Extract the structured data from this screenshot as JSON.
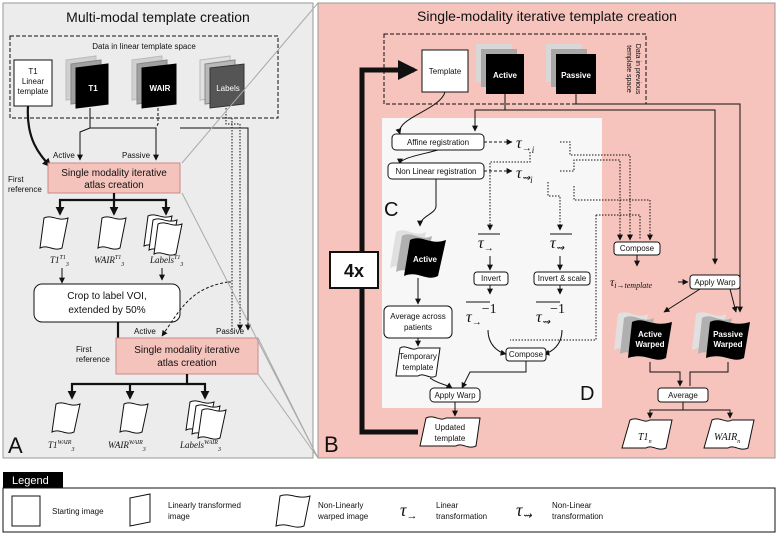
{
  "panel_a": {
    "title": "Multi-modal template creation",
    "letter": "A",
    "data_box_title": "Data in linear template space",
    "t1_linear_template": [
      "T1",
      "Linear",
      "template"
    ],
    "stack_labels": {
      "t1": "T1",
      "wair": "WAIR",
      "labels": "Labels"
    },
    "active": "Active",
    "passive": "Passive",
    "first_reference": [
      "First",
      "reference"
    ],
    "atlas_creation": [
      "Single modality iterative",
      "atlas creation"
    ],
    "outputs_round1": {
      "t1": "T1",
      "t1_sup": "T1",
      "wair": "WAIR",
      "wair_sup": "T1",
      "labels": "Labels",
      "labels_sup": "T1",
      "sub": "3"
    },
    "crop_box": [
      "Crop to label VOI,",
      "extended by 50%"
    ],
    "outputs_round2": {
      "t1": "T1",
      "t1_sup": "WAIR",
      "wair": "WAIR",
      "wair_sup": "WAIR",
      "labels": "Labels",
      "labels_sup": "WAIR",
      "sub": "3"
    }
  },
  "panel_b": {
    "title": "Single-modality iterative template creation",
    "letter": "B",
    "template_label": "Template",
    "active_label": "Active",
    "passive_label": "Passive",
    "prev_space": [
      "Data in previous",
      "template space"
    ],
    "affine": "Affine registration",
    "nonlinear": "Non Linear registration",
    "tau_linear_i": "i",
    "tau_nonlinear_i": "i",
    "iterations": "4x",
    "compose_top": "Compose",
    "tau_template": "i→template",
    "apply_warp_right": "Apply Warp",
    "active_warped": [
      "Active",
      "Warped"
    ],
    "passive_warped": [
      "Passive",
      "Warped"
    ],
    "average": "Average",
    "out_t1": "T1",
    "out_wair": "WAIR",
    "out_sub": "n"
  },
  "panel_c": {
    "letter": "C"
  },
  "panel_d": {
    "letter": "D",
    "active_stack": "Active",
    "avg_patients": [
      "Average across",
      "patients"
    ],
    "temporary_template": [
      "Temporary",
      "template"
    ],
    "apply_warp": "Apply Warp",
    "updated_template": [
      "Updated",
      "template"
    ],
    "invert": "Invert",
    "invert_scale": "Invert & scale",
    "compose": "Compose",
    "exp": "−1"
  },
  "legend": {
    "title": "Legend",
    "starting_image": "Starting image",
    "linear_image": [
      "Linearly transformed",
      "image"
    ],
    "nonlinear_image": [
      "Non-Linearly",
      "warped image"
    ],
    "linear_transform": [
      "Linear",
      "transformation"
    ],
    "nonlinear_transform": [
      "Non-Linear",
      "transformation"
    ]
  },
  "colors": {
    "pink": "#f5c6c0",
    "pink_panel": "#f6c4bd",
    "pink_box": "#f4c3bc",
    "grey_panel": "#ececec",
    "white_panel": "#f7f7f7"
  }
}
